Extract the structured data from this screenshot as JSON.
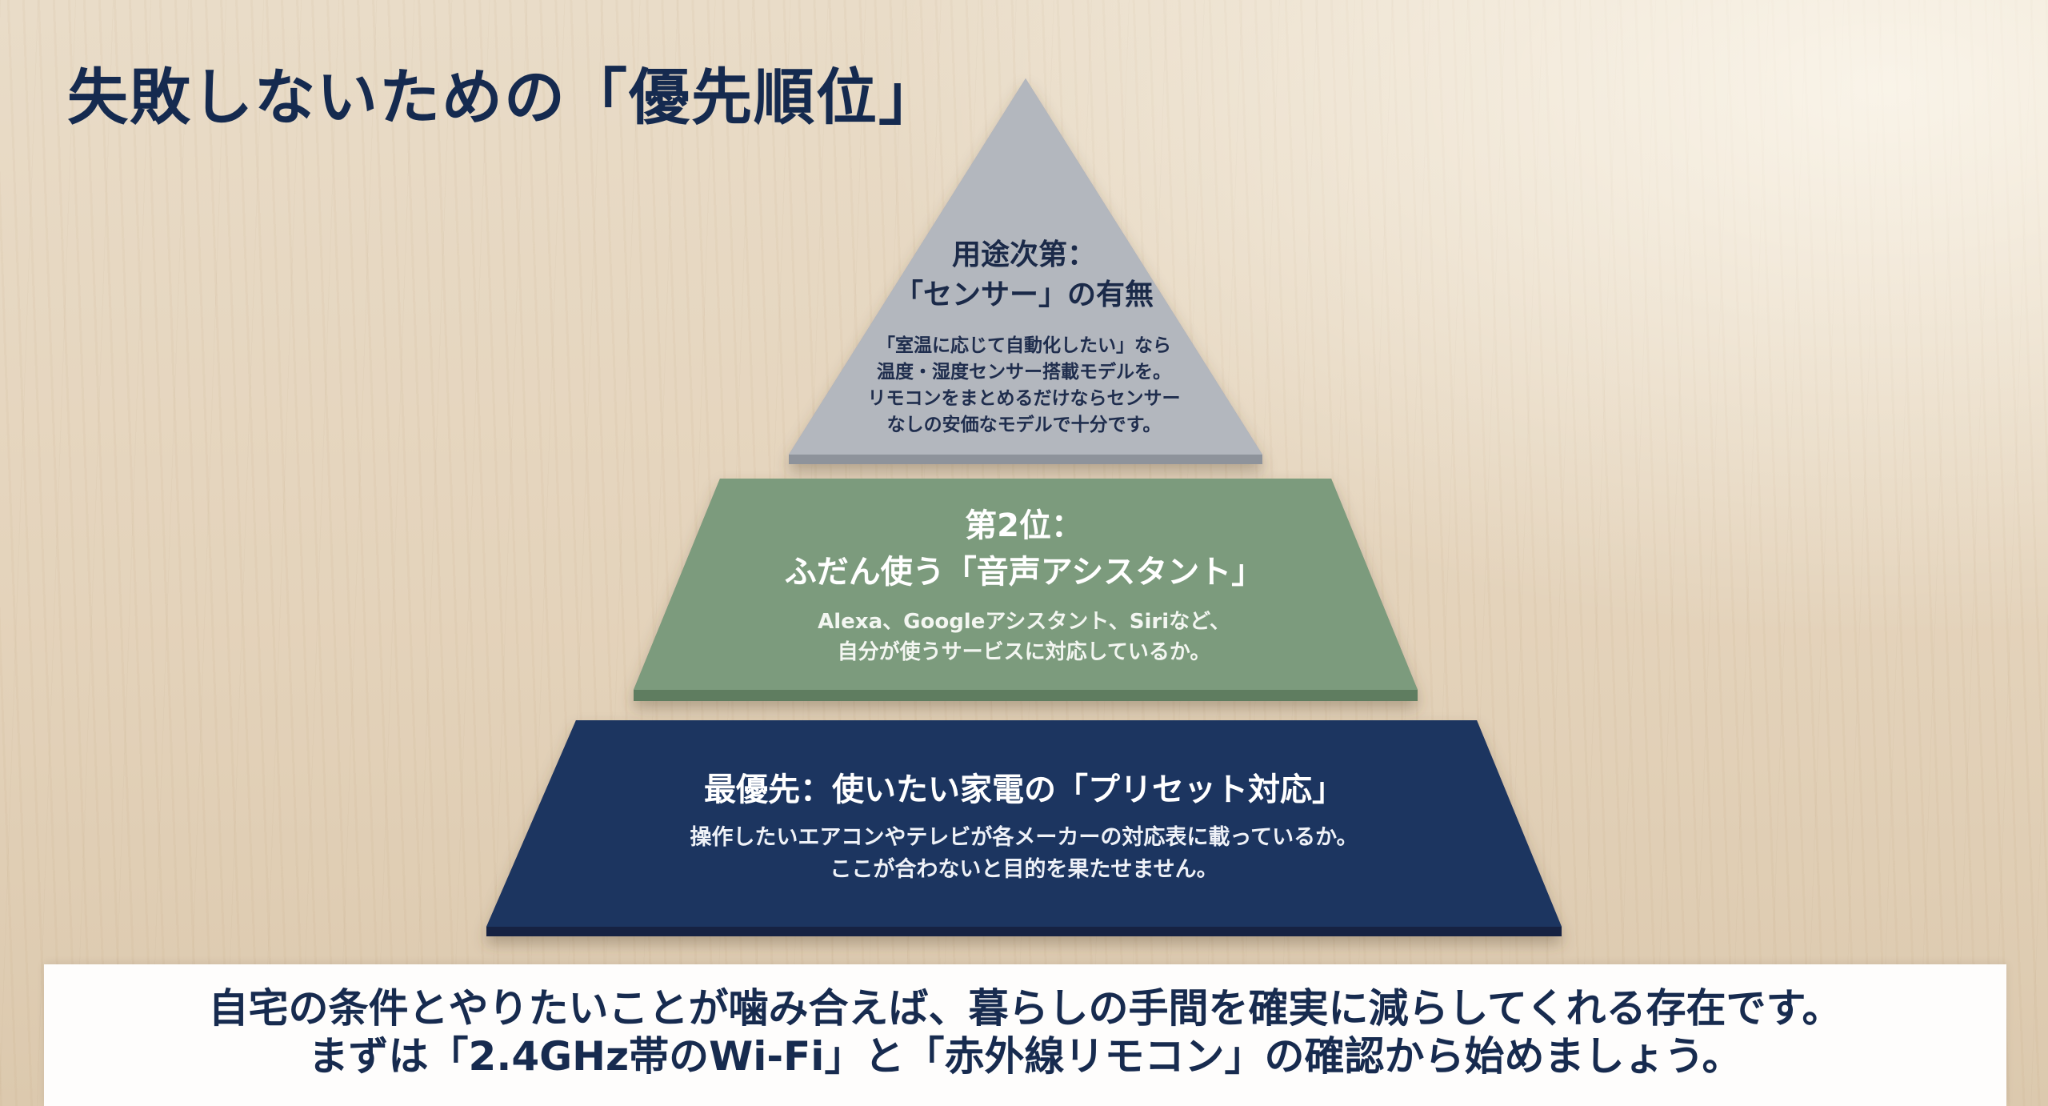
{
  "title": "失敗しないための「優先順位」",
  "pyramid": {
    "tiers": [
      {
        "id": "top",
        "heading_lines": [
          "用途次第：",
          "「センサー」の有無"
        ],
        "body_lines": [
          "「室温に応じて自動化したい」なら",
          "温度・湿度センサー搭載モデルを。",
          "リモコンをまとめるだけならセンサー",
          "なしの安価なモデルで十分です。"
        ],
        "color": "#b3b7be"
      },
      {
        "id": "middle",
        "heading_lines": [
          "第2位：",
          "ふだん使う「音声アシスタント」"
        ],
        "body_lines": [
          "Alexa、Googleアシスタント、Siriなど、",
          "自分が使うサービスに対応しているか。"
        ],
        "color": "#7b9b7d"
      },
      {
        "id": "bottom",
        "heading_lines": [
          "最優先：使いたい家電の「プリセット対応」"
        ],
        "body_lines": [
          "操作したいエアコンやテレビが各メーカーの対応表に載っているか。",
          "ここが合わないと目的を果たせません。"
        ],
        "color": "#1f3560"
      }
    ]
  },
  "caption": {
    "lines": [
      "自宅の条件とやりたいことが噛み合えば、暮らしの手間を確実に減らしてくれる存在です。",
      "まずは「2.4GHz帯のWi-Fi」と「赤外線リモコン」の確認から始めましょう。"
    ]
  }
}
